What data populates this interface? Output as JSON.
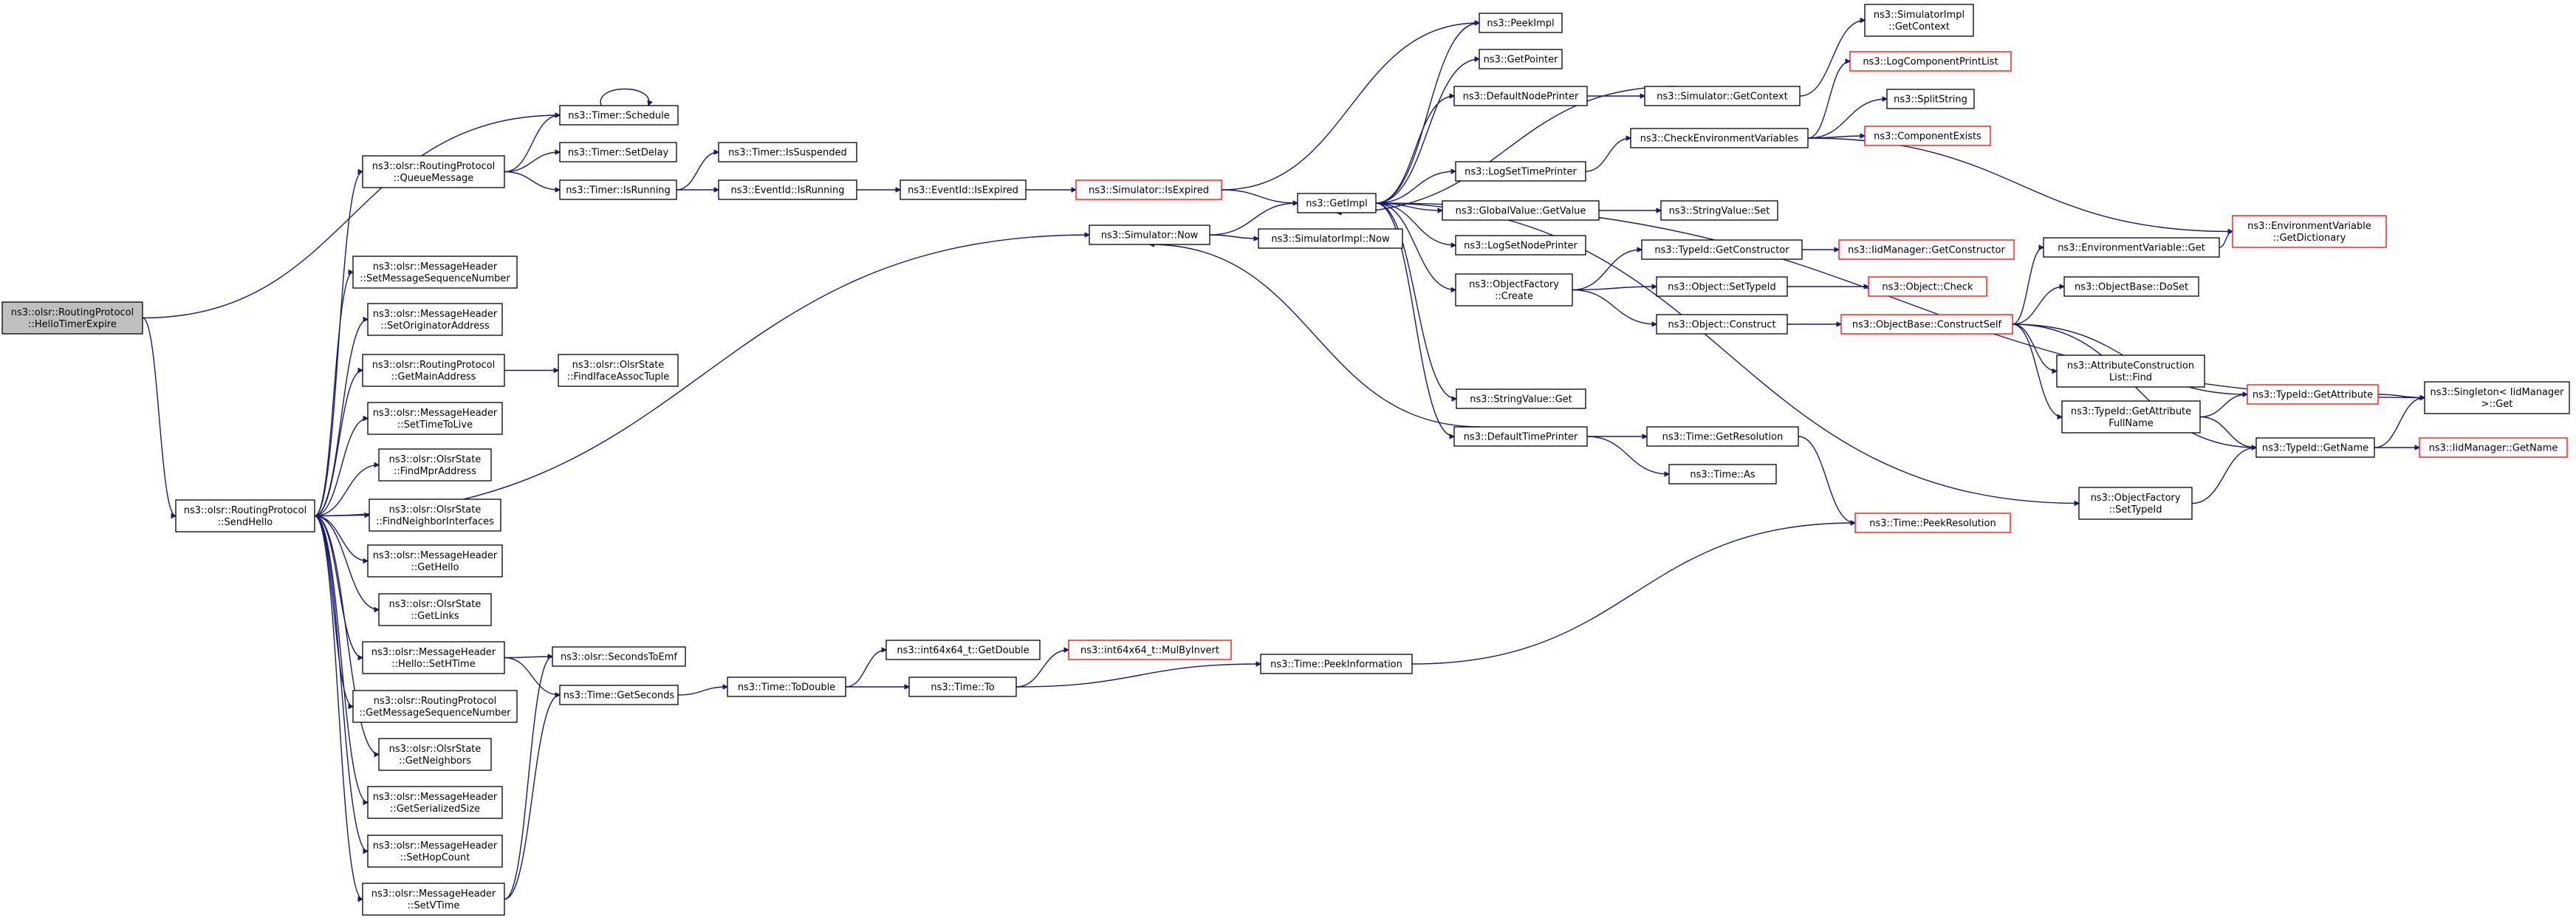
{
  "graph": {
    "nodes": [
      {
        "id": "root",
        "lines": [
          "ns3::olsr::RoutingProtocol",
          "::HelloTimerExpire"
        ],
        "root": true
      },
      {
        "id": "sendhello",
        "lines": [
          "ns3::olsr::RoutingProtocol",
          "::SendHello"
        ]
      },
      {
        "id": "timer_schedule",
        "lines": [
          "ns3::Timer::Schedule"
        ]
      },
      {
        "id": "queuemessage",
        "lines": [
          "ns3::olsr::RoutingProtocol",
          "::QueueMessage"
        ]
      },
      {
        "id": "timer_setdelay",
        "lines": [
          "ns3::Timer::SetDelay"
        ]
      },
      {
        "id": "timer_isrunning",
        "lines": [
          "ns3::Timer::IsRunning"
        ]
      },
      {
        "id": "timer_issuspended",
        "lines": [
          "ns3::Timer::IsSuspended"
        ]
      },
      {
        "id": "eventid_isrunning",
        "lines": [
          "ns3::EventId::IsRunning"
        ]
      },
      {
        "id": "eventid_isexpired",
        "lines": [
          "ns3::EventId::IsExpired"
        ]
      },
      {
        "id": "sim_isexpired",
        "lines": [
          "ns3::Simulator::IsExpired"
        ],
        "red": true
      },
      {
        "id": "sim_now",
        "lines": [
          "ns3::Simulator::Now"
        ]
      },
      {
        "id": "simimpl_now",
        "lines": [
          "ns3::SimulatorImpl::Now"
        ]
      },
      {
        "id": "getimpl",
        "lines": [
          "ns3::GetImpl"
        ]
      },
      {
        "id": "peekimpl",
        "lines": [
          "ns3::PeekImpl"
        ]
      },
      {
        "id": "getpointer",
        "lines": [
          "ns3::GetPointer"
        ]
      },
      {
        "id": "defaultnodeprinter",
        "lines": [
          "ns3::DefaultNodePrinter"
        ]
      },
      {
        "id": "sim_getcontext",
        "lines": [
          "ns3::Simulator::GetContext"
        ]
      },
      {
        "id": "simimpl_getcontext",
        "lines": [
          "ns3::SimulatorImpl",
          "::GetContext"
        ]
      },
      {
        "id": "logcomponentprintlist",
        "lines": [
          "ns3::LogComponentPrintList"
        ],
        "red": true
      },
      {
        "id": "splitstring",
        "lines": [
          "ns3::SplitString"
        ]
      },
      {
        "id": "checkenvvars",
        "lines": [
          "ns3::CheckEnvironmentVariables"
        ]
      },
      {
        "id": "componentexists",
        "lines": [
          "ns3::ComponentExists"
        ],
        "red": true
      },
      {
        "id": "logsettimeprinter",
        "lines": [
          "ns3::LogSetTimePrinter"
        ]
      },
      {
        "id": "globalvalue_getvalue",
        "lines": [
          "ns3::GlobalValue::GetValue"
        ]
      },
      {
        "id": "stringvalue_set",
        "lines": [
          "ns3::StringValue::Set"
        ]
      },
      {
        "id": "envvar_getdictionary",
        "lines": [
          "ns3::EnvironmentVariable",
          "::GetDictionary"
        ],
        "red": true
      },
      {
        "id": "logsetnodeprinter",
        "lines": [
          "ns3::LogSetNodePrinter"
        ]
      },
      {
        "id": "typeid_getconstructor",
        "lines": [
          "ns3::TypeId::GetConstructor"
        ]
      },
      {
        "id": "iidmanager_getconstructor",
        "lines": [
          "ns3::IidManager::GetConstructor"
        ],
        "red": true
      },
      {
        "id": "objectfactory_create",
        "lines": [
          "ns3::ObjectFactory",
          "::Create"
        ]
      },
      {
        "id": "object_settypeid",
        "lines": [
          "ns3::Object::SetTypeId"
        ]
      },
      {
        "id": "object_check",
        "lines": [
          "ns3::Object::Check"
        ],
        "red": true
      },
      {
        "id": "object_construct",
        "lines": [
          "ns3::Object::Construct"
        ]
      },
      {
        "id": "objectbase_constructself",
        "lines": [
          "ns3::ObjectBase::ConstructSelf"
        ],
        "red": true
      },
      {
        "id": "envvar_get",
        "lines": [
          "ns3::EnvironmentVariable::Get"
        ]
      },
      {
        "id": "objectbase_doset",
        "lines": [
          "ns3::ObjectBase::DoSet"
        ]
      },
      {
        "id": "attrconstructionlist_find",
        "lines": [
          "ns3::AttributeConstruction",
          "List::Find"
        ]
      },
      {
        "id": "typeid_getattributefullname",
        "lines": [
          "ns3::TypeId::GetAttribute",
          "FullName"
        ]
      },
      {
        "id": "typeid_getattribute",
        "lines": [
          "ns3::TypeId::GetAttribute"
        ],
        "red": true
      },
      {
        "id": "singleton_get",
        "lines": [
          "ns3::Singleton< IidManager",
          " >::Get"
        ]
      },
      {
        "id": "typeid_getname",
        "lines": [
          "ns3::TypeId::GetName"
        ]
      },
      {
        "id": "iidmanager_getname",
        "lines": [
          "ns3::IidManager::GetName"
        ],
        "red": true
      },
      {
        "id": "stringvalue_get",
        "lines": [
          "ns3::StringValue::Get"
        ]
      },
      {
        "id": "defaulttimeprinter",
        "lines": [
          "ns3::DefaultTimePrinter"
        ]
      },
      {
        "id": "time_getresolution",
        "lines": [
          "ns3::Time::GetResolution"
        ]
      },
      {
        "id": "time_as",
        "lines": [
          "ns3::Time::As"
        ]
      },
      {
        "id": "objectfactory_settypeid",
        "lines": [
          "ns3::ObjectFactory",
          "::SetTypeId"
        ]
      },
      {
        "id": "time_peekresolution",
        "lines": [
          "ns3::Time::PeekResolution"
        ],
        "red": true
      },
      {
        "id": "mh_setmsgseqnum",
        "lines": [
          "ns3::olsr::MessageHeader",
          "::SetMessageSequenceNumber"
        ]
      },
      {
        "id": "mh_setoriginatoraddress",
        "lines": [
          "ns3::olsr::MessageHeader",
          "::SetOriginatorAddress"
        ]
      },
      {
        "id": "rp_getmainaddress",
        "lines": [
          "ns3::olsr::RoutingProtocol",
          "::GetMainAddress"
        ]
      },
      {
        "id": "olsrstate_findifaceassoctuple",
        "lines": [
          "ns3::olsr::OlsrState",
          "::FindIfaceAssocTuple"
        ]
      },
      {
        "id": "mh_settimetolive",
        "lines": [
          "ns3::olsr::MessageHeader",
          "::SetTimeToLive"
        ]
      },
      {
        "id": "olsrstate_findmpraddress",
        "lines": [
          "ns3::olsr::OlsrState",
          "::FindMprAddress"
        ]
      },
      {
        "id": "olsrstate_findneighborinterfaces",
        "lines": [
          "ns3::olsr::OlsrState",
          "::FindNeighborInterfaces"
        ]
      },
      {
        "id": "mh_gethello",
        "lines": [
          "ns3::olsr::MessageHeader",
          "::GetHello"
        ]
      },
      {
        "id": "olsrstate_getlinks",
        "lines": [
          "ns3::olsr::OlsrState",
          "::GetLinks"
        ]
      },
      {
        "id": "hello_sethtime",
        "lines": [
          "ns3::olsr::MessageHeader",
          "::Hello::SetHTime"
        ]
      },
      {
        "id": "secondstoemf",
        "lines": [
          "ns3::olsr::SecondsToEmf"
        ]
      },
      {
        "id": "time_getseconds",
        "lines": [
          "ns3::Time::GetSeconds"
        ]
      },
      {
        "id": "time_todouble",
        "lines": [
          "ns3::Time::ToDouble"
        ]
      },
      {
        "id": "int64_getdouble",
        "lines": [
          "ns3::int64x64_t::GetDouble"
        ]
      },
      {
        "id": "int64_mulbyinvert",
        "lines": [
          "ns3::int64x64_t::MulByInvert"
        ],
        "red": true
      },
      {
        "id": "time_to",
        "lines": [
          "ns3::Time::To"
        ]
      },
      {
        "id": "time_peekinformation",
        "lines": [
          "ns3::Time::PeekInformation"
        ]
      },
      {
        "id": "rp_getmsgseqnum",
        "lines": [
          "ns3::olsr::RoutingProtocol",
          "::GetMessageSequenceNumber"
        ]
      },
      {
        "id": "olsrstate_getneighbors",
        "lines": [
          "ns3::olsr::OlsrState",
          "::GetNeighbors"
        ]
      },
      {
        "id": "mh_getserializedsize",
        "lines": [
          "ns3::olsr::MessageHeader",
          "::GetSerializedSize"
        ]
      },
      {
        "id": "mh_sethopcount",
        "lines": [
          "ns3::olsr::MessageHeader",
          "::SetHopCount"
        ]
      },
      {
        "id": "mh_setvtime",
        "lines": [
          "ns3::olsr::MessageHeader",
          "::SetVTime"
        ]
      }
    ],
    "edges": [
      [
        "root",
        "timer_schedule"
      ],
      [
        "root",
        "sendhello"
      ],
      [
        "timer_schedule",
        "timer_schedule"
      ],
      [
        "sendhello",
        "queuemessage"
      ],
      [
        "sendhello",
        "sim_now"
      ],
      [
        "sendhello",
        "mh_setmsgseqnum"
      ],
      [
        "sendhello",
        "mh_setoriginatoraddress"
      ],
      [
        "sendhello",
        "rp_getmainaddress"
      ],
      [
        "sendhello",
        "mh_settimetolive"
      ],
      [
        "sendhello",
        "olsrstate_findmpraddress"
      ],
      [
        "sendhello",
        "olsrstate_findneighborinterfaces"
      ],
      [
        "sendhello",
        "mh_gethello"
      ],
      [
        "sendhello",
        "olsrstate_getlinks"
      ],
      [
        "sendhello",
        "hello_sethtime"
      ],
      [
        "sendhello",
        "rp_getmsgseqnum"
      ],
      [
        "sendhello",
        "olsrstate_getneighbors"
      ],
      [
        "sendhello",
        "mh_getserializedsize"
      ],
      [
        "sendhello",
        "mh_sethopcount"
      ],
      [
        "sendhello",
        "mh_setvtime"
      ],
      [
        "queuemessage",
        "timer_schedule"
      ],
      [
        "queuemessage",
        "timer_setdelay"
      ],
      [
        "queuemessage",
        "timer_isrunning"
      ],
      [
        "timer_isrunning",
        "timer_issuspended"
      ],
      [
        "timer_isrunning",
        "eventid_isrunning"
      ],
      [
        "eventid_isrunning",
        "eventid_isexpired"
      ],
      [
        "eventid_isexpired",
        "sim_isexpired"
      ],
      [
        "sim_isexpired",
        "getimpl"
      ],
      [
        "sim_isexpired",
        "peekimpl"
      ],
      [
        "sim_now",
        "getimpl"
      ],
      [
        "sim_now",
        "simimpl_now"
      ],
      [
        "getimpl",
        "peekimpl"
      ],
      [
        "getimpl",
        "getpointer"
      ],
      [
        "getimpl",
        "defaultnodeprinter"
      ],
      [
        "getimpl",
        "logsettimeprinter"
      ],
      [
        "getimpl",
        "globalvalue_getvalue"
      ],
      [
        "getimpl",
        "logsetnodeprinter"
      ],
      [
        "getimpl",
        "objectfactory_create"
      ],
      [
        "getimpl",
        "stringvalue_get"
      ],
      [
        "getimpl",
        "defaulttimeprinter"
      ],
      [
        "getimpl",
        "objectfactory_settypeid"
      ],
      [
        "getimpl",
        "singleton_get"
      ],
      [
        "defaultnodeprinter",
        "sim_getcontext"
      ],
      [
        "sim_getcontext",
        "getimpl"
      ],
      [
        "sim_getcontext",
        "simimpl_getcontext"
      ],
      [
        "logsettimeprinter",
        "checkenvvars"
      ],
      [
        "checkenvvars",
        "logcomponentprintlist"
      ],
      [
        "checkenvvars",
        "splitstring"
      ],
      [
        "checkenvvars",
        "componentexists"
      ],
      [
        "checkenvvars",
        "envvar_getdictionary"
      ],
      [
        "globalvalue_getvalue",
        "stringvalue_set"
      ],
      [
        "objectfactory_create",
        "typeid_getconstructor"
      ],
      [
        "objectfactory_create",
        "object_settypeid"
      ],
      [
        "objectfactory_create",
        "object_construct"
      ],
      [
        "typeid_getconstructor",
        "iidmanager_getconstructor"
      ],
      [
        "object_settypeid",
        "object_check"
      ],
      [
        "object_construct",
        "objectbase_constructself"
      ],
      [
        "objectbase_constructself",
        "envvar_get"
      ],
      [
        "objectbase_constructself",
        "objectbase_doset"
      ],
      [
        "objectbase_constructself",
        "attrconstructionlist_find"
      ],
      [
        "objectbase_constructself",
        "typeid_getattributefullname"
      ],
      [
        "objectbase_constructself",
        "typeid_getattribute"
      ],
      [
        "objectbase_constructself",
        "typeid_getname"
      ],
      [
        "envvar_get",
        "envvar_getdictionary"
      ],
      [
        "typeid_getattributefullname",
        "typeid_getattribute"
      ],
      [
        "typeid_getattributefullname",
        "typeid_getname"
      ],
      [
        "typeid_getattribute",
        "singleton_get"
      ],
      [
        "typeid_getname",
        "singleton_get"
      ],
      [
        "typeid_getname",
        "iidmanager_getname"
      ],
      [
        "defaulttimeprinter",
        "sim_now"
      ],
      [
        "defaulttimeprinter",
        "time_getresolution"
      ],
      [
        "defaulttimeprinter",
        "time_as"
      ],
      [
        "time_getresolution",
        "time_peekresolution"
      ],
      [
        "objectfactory_settypeid",
        "typeid_getname"
      ],
      [
        "rp_getmainaddress",
        "olsrstate_findifaceassoctuple"
      ],
      [
        "hello_sethtime",
        "secondstoemf"
      ],
      [
        "hello_sethtime",
        "time_getseconds"
      ],
      [
        "time_getseconds",
        "time_todouble"
      ],
      [
        "time_todouble",
        "int64_getdouble"
      ],
      [
        "time_todouble",
        "time_to"
      ],
      [
        "time_to",
        "int64_mulbyinvert"
      ],
      [
        "time_to",
        "time_peekinformation"
      ],
      [
        "time_peekinformation",
        "time_peekresolution"
      ],
      [
        "mh_setvtime",
        "secondstoemf"
      ],
      [
        "mh_setvtime",
        "time_getseconds"
      ]
    ]
  }
}
